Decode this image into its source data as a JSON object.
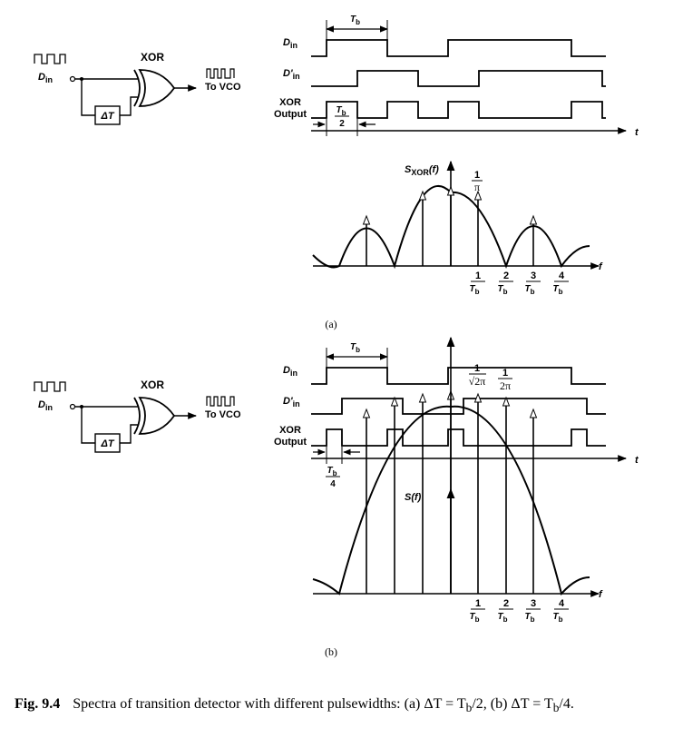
{
  "panels": [
    {
      "id": "a",
      "label": "(a)",
      "circuit": {
        "input": "D",
        "input_sub": "in",
        "gate": "XOR",
        "delay": "ΔT",
        "output": "To VCO"
      },
      "timing": {
        "rows": [
          {
            "name": "D",
            "sub": "in"
          },
          {
            "name": "D'",
            "sub": "in"
          },
          {
            "name": "XOR",
            "name2": "Output"
          }
        ],
        "period_label": "T",
        "period_sub": "b",
        "pulse_label_num": "T",
        "pulse_label_sub": "b",
        "pulse_label_den": "2",
        "time_axis": "t"
      },
      "spectrum": {
        "ylabel": "S",
        "ylabel_sub": "XOR",
        "ylabel_arg": "(f)",
        "peak_num": "1",
        "peak_den": "π",
        "xaxis": "f",
        "ticks": [
          {
            "num": "1",
            "den": "T",
            "den_sub": "b"
          },
          {
            "num": "2",
            "den": "T",
            "den_sub": "b"
          },
          {
            "num": "3",
            "den": "T",
            "den_sub": "b"
          },
          {
            "num": "4",
            "den": "T",
            "den_sub": "b"
          }
        ]
      }
    },
    {
      "id": "b",
      "label": "(b)",
      "circuit": {
        "input": "D",
        "input_sub": "in",
        "gate": "XOR",
        "delay": "ΔT",
        "output": "To VCO"
      },
      "timing": {
        "rows": [
          {
            "name": "D",
            "sub": "in"
          },
          {
            "name": "D'",
            "sub": "in"
          },
          {
            "name": "XOR",
            "name2": "Output"
          }
        ],
        "period_label": "T",
        "period_sub": "b",
        "pulse_label_num": "T",
        "pulse_label_sub": "b",
        "pulse_label_den": "4",
        "time_axis": "t"
      },
      "spectrum": {
        "ylabel": "S",
        "ylabel_sub": "",
        "ylabel_arg": "(f)",
        "peak_num": "1",
        "peak_den": "√2π",
        "peak2_num": "1",
        "peak2_den": "2π",
        "xaxis": "f",
        "ticks": [
          {
            "num": "1",
            "den": "T",
            "den_sub": "b"
          },
          {
            "num": "2",
            "den": "T",
            "den_sub": "b"
          },
          {
            "num": "3",
            "den": "T",
            "den_sub": "b"
          },
          {
            "num": "4",
            "den": "T",
            "den_sub": "b"
          }
        ]
      }
    }
  ],
  "caption": {
    "label": "Fig. 9.4",
    "text": "Spectra of transition detector with different pulsewidths: (a) ΔT = T",
    "sub1": "b",
    "mid": "/2, (b) ΔT = T",
    "sub2": "b",
    "end": "/4."
  }
}
